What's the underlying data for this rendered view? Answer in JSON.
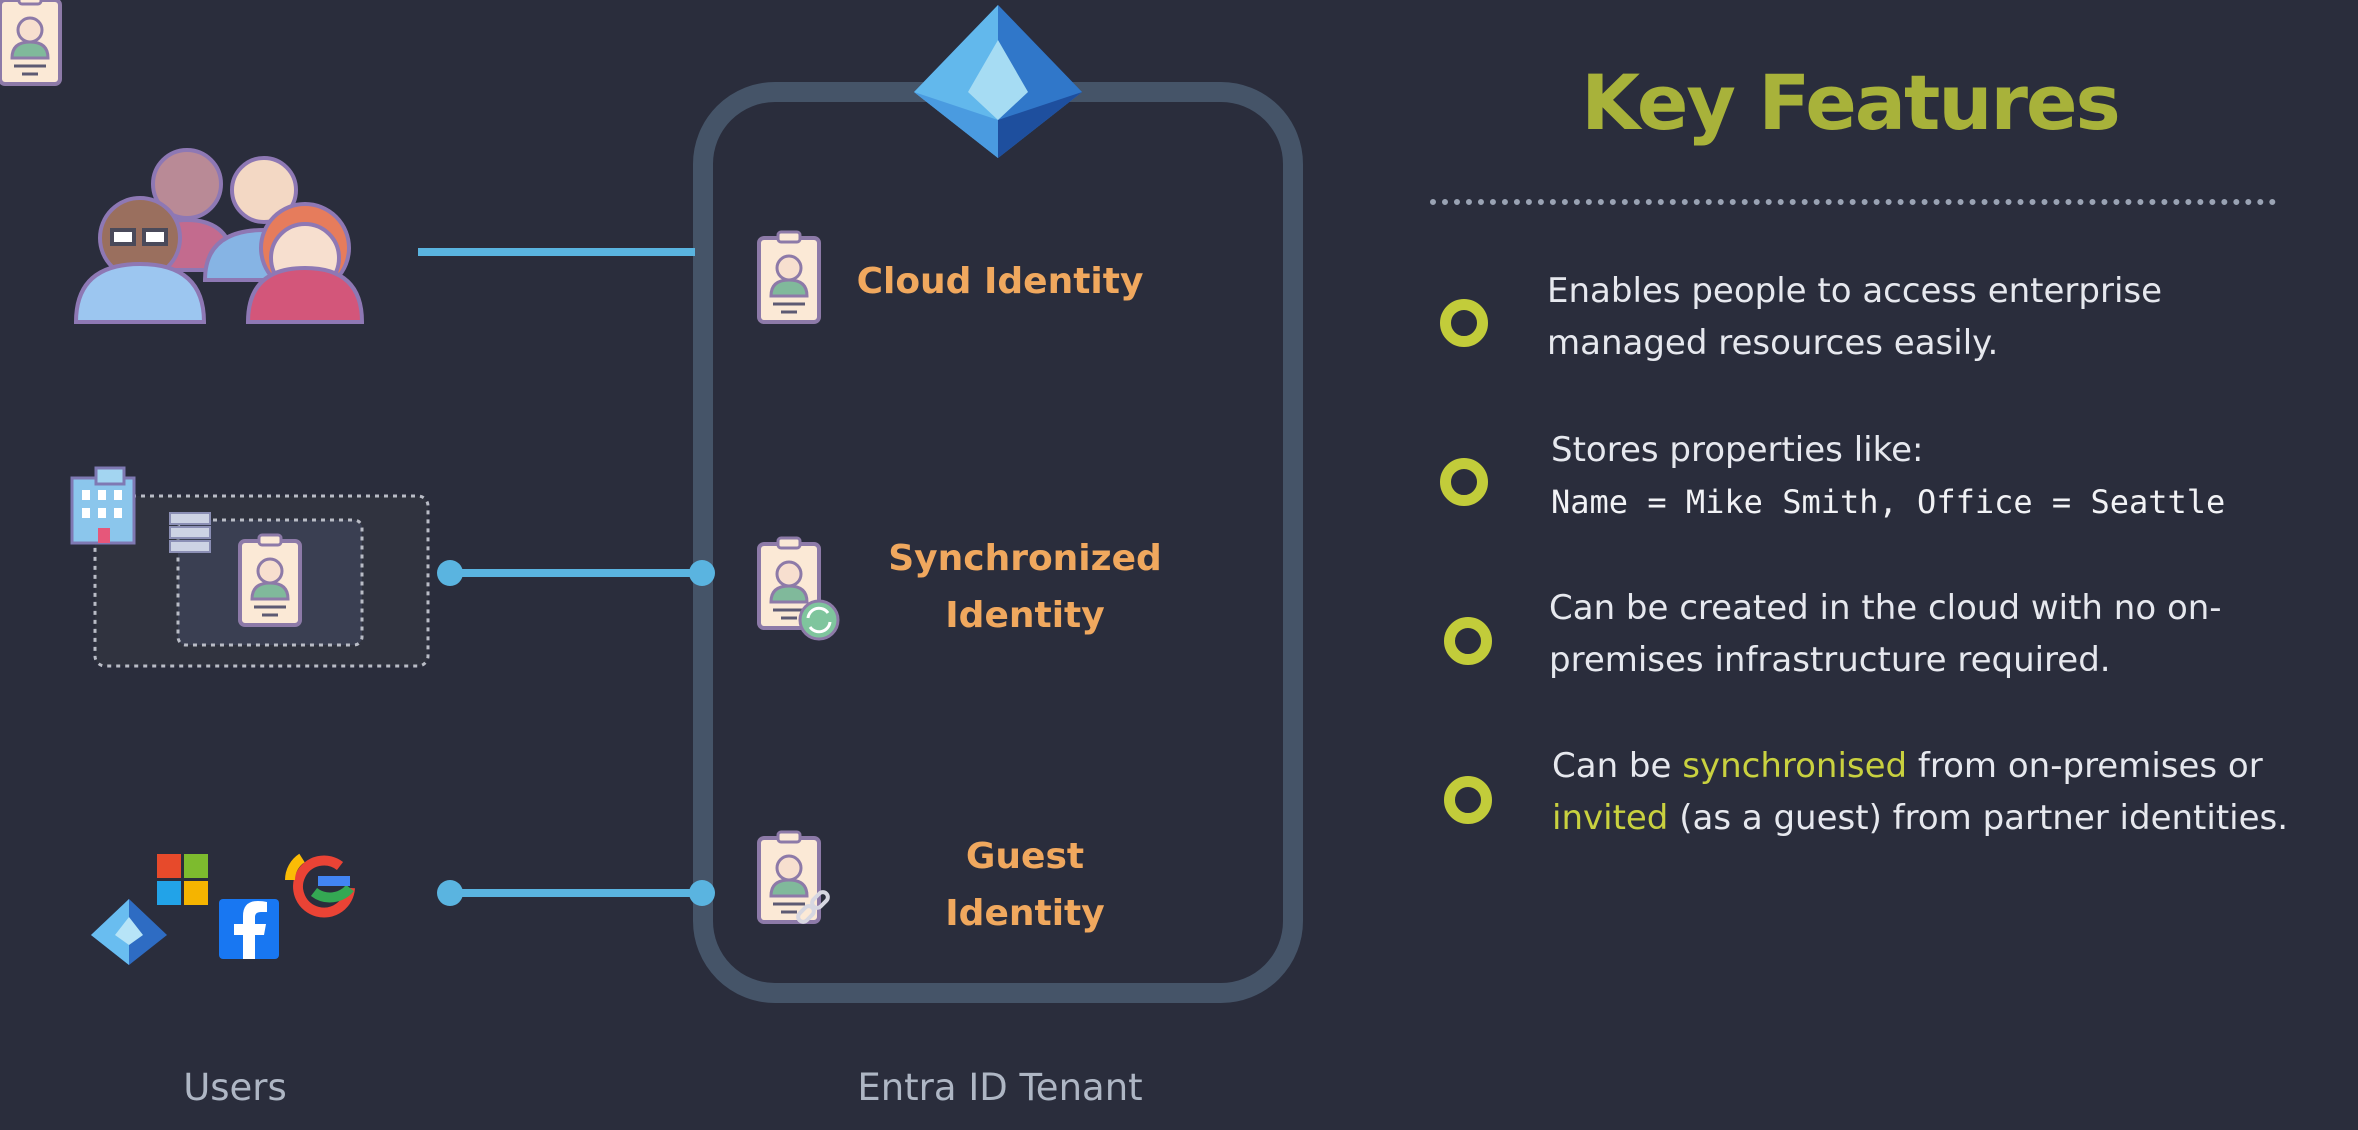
{
  "left": {
    "users_label": "Users"
  },
  "tenant": {
    "label": "Entra ID Tenant",
    "identities": [
      {
        "line1": "Cloud Identity",
        "line2": ""
      },
      {
        "line1": "Synchronized",
        "line2": "Identity"
      },
      {
        "line1": "Guest",
        "line2": "Identity"
      }
    ]
  },
  "features": {
    "title": "Key Features",
    "items": [
      {
        "line1": "Enables people to access enterprise",
        "line2": "managed resources easily."
      },
      {
        "line1": "Stores properties like:",
        "line2": "Name = Mike Smith, Office = Seattle"
      },
      {
        "line1": "Can be created in the cloud with no on-",
        "line2": "premises infrastructure required."
      },
      {
        "l1a": "Can be ",
        "l1b": "synchronised",
        "l1c": " from on-premises or",
        "l2a": "invited",
        "l2b": " (as a guest) from partner identities."
      }
    ]
  },
  "colors": {
    "background": "#2a2d3c",
    "connector": "#5ab4e0",
    "tenant_border": "#455468",
    "identity_text": "#f0a85e",
    "title": "#a8b23a",
    "highlight": "#c9d13f"
  },
  "icons": [
    "users-group-icon",
    "on-premises-building-icon",
    "server-icon",
    "id-badge-icon",
    "sync-icon",
    "link-icon",
    "entra-id-icon",
    "microsoft-icon",
    "facebook-icon",
    "google-icon"
  ]
}
